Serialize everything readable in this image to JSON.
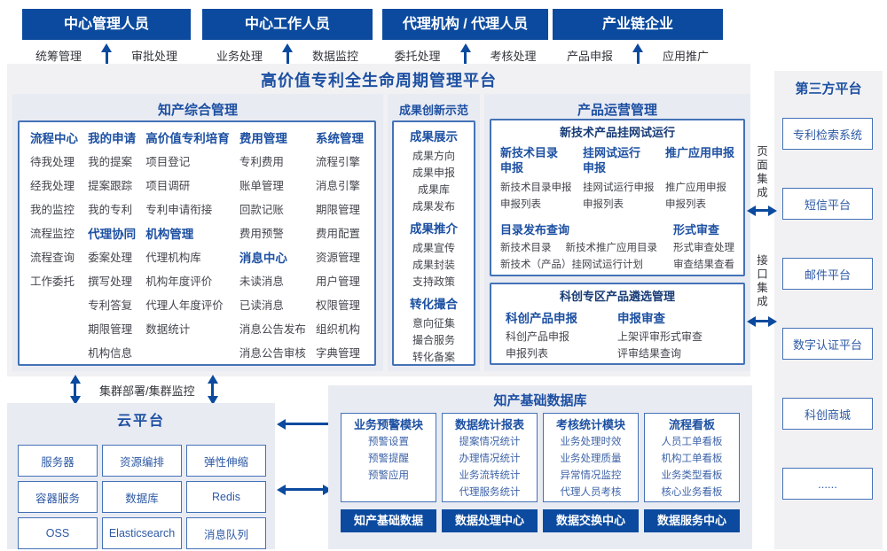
{
  "colors": {
    "primary": "#0b4a9e",
    "title_blue": "#1d50a2",
    "item_blue": "#3f64a9"
  },
  "top_actors": [
    {
      "title": "中心管理人员",
      "left": "统筹管理",
      "right": "审批处理"
    },
    {
      "title": "中心工作人员",
      "left": "业务处理",
      "right": "数据监控"
    },
    {
      "title": "代理机构 / 代理人员",
      "left": "委托处理",
      "right": "考核处理"
    },
    {
      "title": "产业链企业",
      "left": "产品申报",
      "right": "应用推广"
    }
  ],
  "platform_title": "高价值专利全生命周期管理平台",
  "ipm": {
    "title": "知产综合管理",
    "columns": [
      {
        "groups": [
          {
            "header": "流程中心",
            "items": [
              "待我处理",
              "经我处理",
              "我的监控",
              "流程监控",
              "流程查询",
              "工作委托"
            ]
          }
        ]
      },
      {
        "groups": [
          {
            "header": "我的申请",
            "items": [
              "我的提案",
              "提案跟踪",
              "我的专利"
            ]
          },
          {
            "header": "代理协同",
            "items": [
              "委案处理",
              "撰写处理",
              "专利答复",
              "期限管理",
              "机构信息"
            ]
          }
        ]
      },
      {
        "groups": [
          {
            "header": "高价值专利培育",
            "items": [
              "项目登记",
              "项目调研",
              "专利申请衔接"
            ]
          },
          {
            "header": "机构管理",
            "items": [
              "代理机构库",
              "机构年度评价",
              "代理人年度评价",
              "数据统计"
            ]
          }
        ]
      },
      {
        "groups": [
          {
            "header": "费用管理",
            "items": [
              "专利费用",
              "账单管理",
              "回款记账",
              "费用预警"
            ]
          },
          {
            "header": "消息中心",
            "items": [
              "未读消息",
              "已读消息",
              "消息公告发布",
              "消息公告审核"
            ]
          }
        ]
      },
      {
        "groups": [
          {
            "header": "系统管理",
            "items": [
              "流程引擎",
              "消息引擎",
              "期限管理",
              "费用配置",
              "资源管理",
              "用户管理",
              "权限管理",
              "组织机构",
              "字典管理"
            ]
          }
        ]
      }
    ]
  },
  "achievements": {
    "title": "成果创新示范",
    "groups": [
      {
        "header": "成果展示",
        "items": [
          "成果方向",
          "成果申报",
          "成果库",
          "成果发布"
        ]
      },
      {
        "header": "成果推介",
        "items": [
          "成果宣传",
          "成果封装",
          "支持政策"
        ]
      },
      {
        "header": "转化撮合",
        "items": [
          "意向征集",
          "撮合服务",
          "转化备案"
        ]
      }
    ]
  },
  "product_ops": {
    "title": "产品运营管理",
    "trial": {
      "title": "新技术产品挂网试运行",
      "columns": [
        {
          "header": "新技术目录申报",
          "items": [
            "新技术目录申报",
            "申报列表"
          ]
        },
        {
          "header": "挂网试运行申报",
          "items": [
            "挂网试运行申报",
            "申报列表"
          ]
        },
        {
          "header": "推广应用申报",
          "items": [
            "推广应用申报",
            "申报列表"
          ]
        }
      ],
      "catalog": {
        "header": "目录发布查询",
        "row1": [
          "新技术目录",
          "新技术推广应用目录"
        ],
        "row2": "新技术（产品）挂网试运行计划"
      },
      "review": {
        "header": "形式审查",
        "items": [
          "形式审查处理",
          "审查结果查看"
        ]
      }
    },
    "selection": {
      "title": "科创专区产品遴选管理",
      "columns": [
        {
          "header": "科创产品申报",
          "items": [
            "科创产品申报",
            "申报列表"
          ]
        },
        {
          "header": "申报审查",
          "items": [
            "上架评审形式审查",
            "评审结果查询"
          ]
        }
      ]
    }
  },
  "third_party": {
    "title": "第三方平台",
    "items": [
      "专利检索系统",
      "短信平台",
      "邮件平台",
      "数字认证平台",
      "科创商城",
      "......"
    ]
  },
  "integration": {
    "page": "页面集成",
    "api": "接口集成"
  },
  "cluster_label": "集群部署/集群监控",
  "cloud": {
    "title": "云平台",
    "items": [
      "服务器",
      "资源编排",
      "弹性伸缩",
      "容器服务",
      "数据库",
      "Redis",
      "OSS",
      "Elasticsearch",
      "消息队列"
    ]
  },
  "database": {
    "title": "知产基础数据库",
    "columns": [
      {
        "header": "业务预警模块",
        "items": [
          "预警设置",
          "预警提醒",
          "预警应用"
        ],
        "footer": "知产基础数据"
      },
      {
        "header": "数据统计报表",
        "items": [
          "提案情况统计",
          "办理情况统计",
          "业务流转统计",
          "代理服务统计"
        ],
        "footer": "数据处理中心"
      },
      {
        "header": "考核统计模块",
        "items": [
          "业务处理时效",
          "业务处理质量",
          "异常情况监控",
          "代理人员考核"
        ],
        "footer": "数据交换中心"
      },
      {
        "header": "流程看板",
        "items": [
          "人员工单看板",
          "机构工单看板",
          "业务类型看板",
          "核心业务看板"
        ],
        "footer": "数据服务中心"
      }
    ]
  }
}
